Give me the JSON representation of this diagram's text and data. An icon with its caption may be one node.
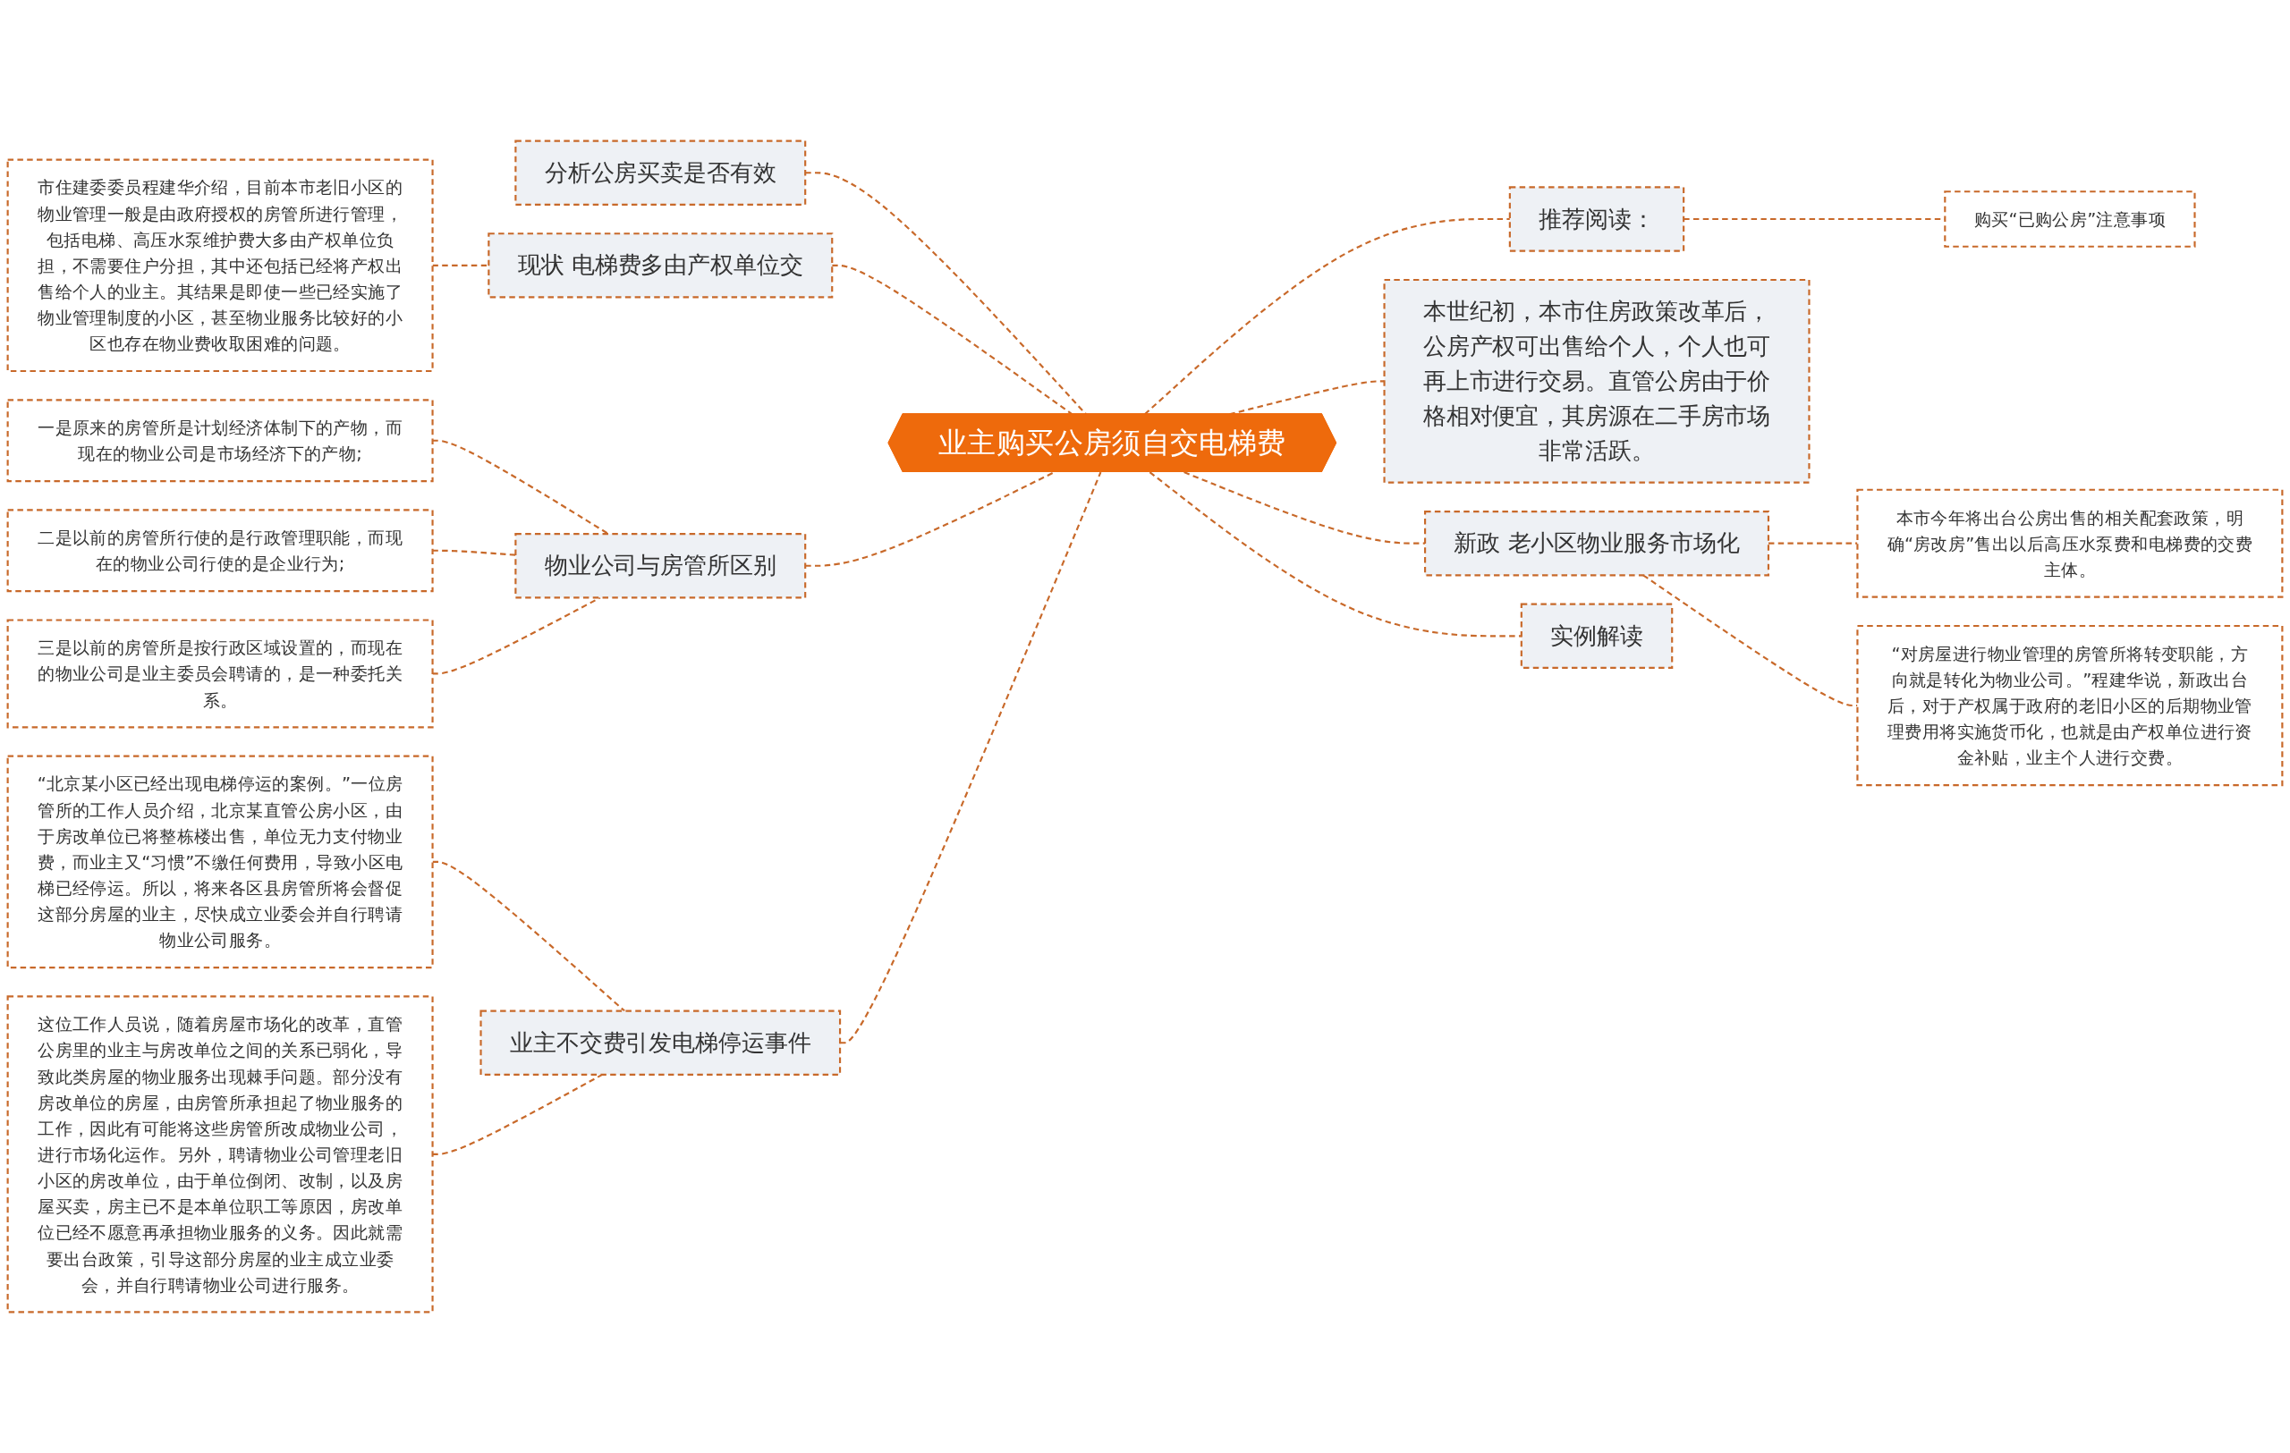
{
  "diagram": {
    "nodes": [
      {
        "text": [
          "业主购买公房须自交电梯费"
        ]
      },
      {
        "text": [
          "分析公房买卖是否有效"
        ]
      },
      {
        "text": [
          "现状 电梯费多由产权单位交"
        ]
      },
      {
        "text": [
          "市住建委委员程建华介绍，目前本市老旧小区的物业管理一般是由政府授权的房管所进行管理，包括电梯、高压水泵维护费大多由产权单位负担，不需要住户分担，其中还包括已经将产权出售给个人的业主。其结果是即使一些已经实施了物业管理制度的小区，甚至物业服务比较好的小区也存在物业费收取困难的问题。"
        ]
      },
      {
        "text": [
          "物业公司与房管所区别"
        ]
      },
      {
        "text": [
          "一是原来的房管所是计划经济体制下的产物，而现在的物业公司是市场经济下的产物;"
        ]
      },
      {
        "text": [
          "二是以前的房管所行使的是行政管理职能，而现在的物业公司行使的是企业行为;"
        ]
      },
      {
        "text": [
          "三是以前的房管所是按行政区域设置的，而现在的物业公司是业主委员会聘请的，是一种委托关系。"
        ]
      },
      {
        "text": [
          "业主不交费引发电梯停运事件"
        ]
      },
      {
        "text": [
          "“北京某小区已经出现电梯停运的案例。”一位房管所的工作人员介绍，北京某直管公房小区，由于房改单位已将整栋楼出售，单位无力支付物业费，而业主又“习惯”不缴任何费用，导致小区电梯已经停运。所以，将来各区县房管所将会督促这部分房屋的业主，尽快成立业委会并自行聘请物业公司服务。"
        ]
      },
      {
        "text": [
          "这位工作人员说，随着房屋市场化的改革，直管公房里的业主与房改单位之间的关系已弱化，导致此类房屋的物业服务出现棘手问题。部分没有房改单位的房屋，由房管所承担起了物业服务的工作，因此有可能将这些房管所改成物业公司，进行市场化运作。另外，聘请物业公司管理老旧小区的房改单位，由于单位倒闭、改制，以及房屋买卖，房主已不是本单位职工等原因，房改单位已经不愿意再承担物业服务的义务。因此就需要出台政策，引导这部分房屋的业主成立业委会，并自行聘请物业公司进行服务。"
        ]
      },
      {
        "text": [
          "推荐阅读："
        ]
      },
      {
        "text": [
          "购买“已购公房”注意事项"
        ]
      },
      {
        "text": [
          "本世纪初，本市住房政策改革后，公房产权可出售给个人，个人也可再上市进行交易。直管公房由于价格相对便宜，其房源在二手房市场非常活跃。"
        ]
      },
      {
        "text": [
          "新政 老小区物业服务市场化"
        ]
      },
      {
        "text": [
          "本市今年将出台公房出售的相关配套政策，明确“房改房”售出以后高压水泵费和电梯费的交费主体。"
        ]
      },
      {
        "text": [
          "“对房屋进行物业管理的房管所将转变职能，方向就是转化为物业公司。”程建华说，新政出台后，对于产权属于政府的老旧小区的后期物业管理费用将实施货币化，也就是由产权单位进行资金补贴，业主个人进行交费。"
        ]
      },
      {
        "text": [
          "实例解读"
        ]
      }
    ],
    "edges": [
      {
        "from": 0,
        "to": 1,
        "arrow": "none",
        "style": "dashed"
      },
      {
        "from": 0,
        "to": 2,
        "arrow": "none",
        "style": "dashed"
      },
      {
        "from": 2,
        "to": 3,
        "arrow": "none",
        "style": "dashed"
      },
      {
        "from": 0,
        "to": 4,
        "arrow": "none",
        "style": "dashed"
      },
      {
        "from": 4,
        "to": 5,
        "arrow": "none",
        "style": "dashed"
      },
      {
        "from": 4,
        "to": 6,
        "arrow": "none",
        "style": "dashed"
      },
      {
        "from": 4,
        "to": 7,
        "arrow": "none",
        "style": "dashed"
      },
      {
        "from": 0,
        "to": 8,
        "arrow": "none",
        "style": "dashed"
      },
      {
        "from": 8,
        "to": 9,
        "arrow": "none",
        "style": "dashed"
      },
      {
        "from": 8,
        "to": 10,
        "arrow": "none",
        "style": "dashed"
      },
      {
        "from": 0,
        "to": 11,
        "arrow": "none",
        "style": "dashed"
      },
      {
        "from": 11,
        "to": 12,
        "arrow": "none",
        "style": "dashed"
      },
      {
        "from": 0,
        "to": 13,
        "arrow": "none",
        "style": "dashed"
      },
      {
        "from": 0,
        "to": 14,
        "arrow": "none",
        "style": "dashed"
      },
      {
        "from": 14,
        "to": 15,
        "arrow": "none",
        "style": "dashed"
      },
      {
        "from": 14,
        "to": 16,
        "arrow": "none",
        "style": "dashed"
      },
      {
        "from": 0,
        "to": 17,
        "arrow": "none",
        "style": "dashed"
      }
    ]
  }
}
